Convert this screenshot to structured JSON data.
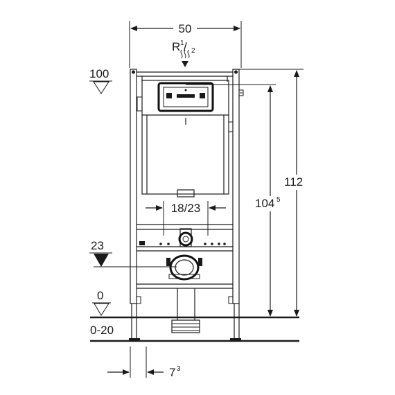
{
  "labels": {
    "width": "50",
    "thread_main": "R",
    "thread_sup": "1",
    "thread_slash": "/",
    "thread_sub": "2",
    "level_100": "100",
    "height_112": "112",
    "height_104_main": "104",
    "height_104_sup": "5",
    "span_18_23": "18/23",
    "level_23": "23",
    "level_0": "0",
    "range_0_20": "0-20",
    "offset_7_main": "7",
    "offset_7_sup": "3"
  },
  "colors": {
    "line": "#1a1a1a",
    "fill_dark": "#111111",
    "background": "#ffffff"
  }
}
